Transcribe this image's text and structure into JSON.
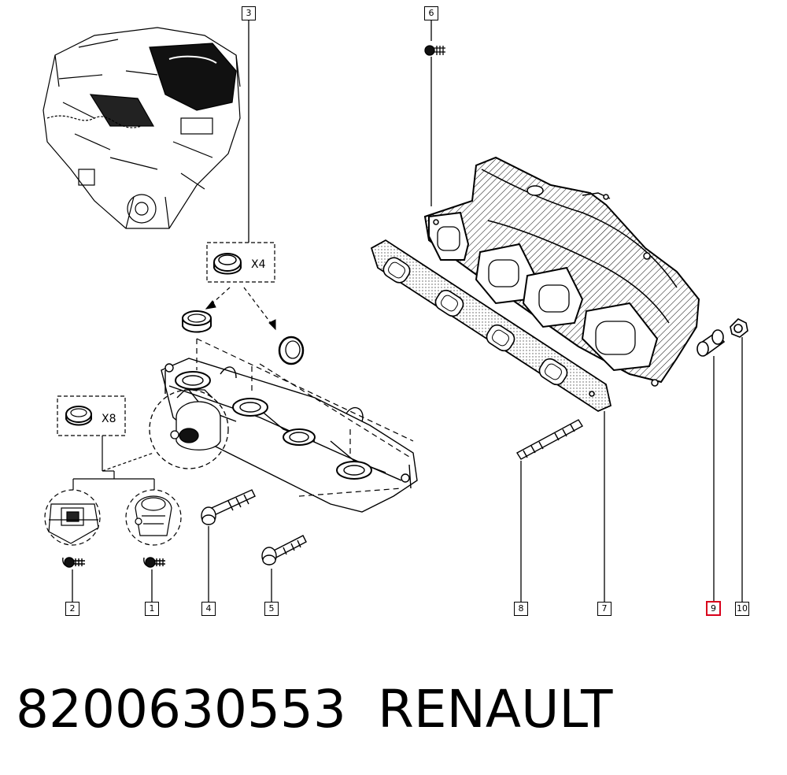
{
  "callouts": {
    "c1": "1",
    "c2": "2",
    "c3": "3",
    "c4": "4",
    "c5": "5",
    "c6": "6",
    "c7": "7",
    "c8": "8",
    "c9": "9",
    "c10": "10"
  },
  "highlighted_callout": "9",
  "quantity_labels": {
    "x4": "X4",
    "x8": "X8"
  },
  "footer": {
    "part_number": "8200630553",
    "brand": "RENAULT"
  },
  "colors": {
    "highlight": "#d9001b",
    "line": "#000000"
  }
}
